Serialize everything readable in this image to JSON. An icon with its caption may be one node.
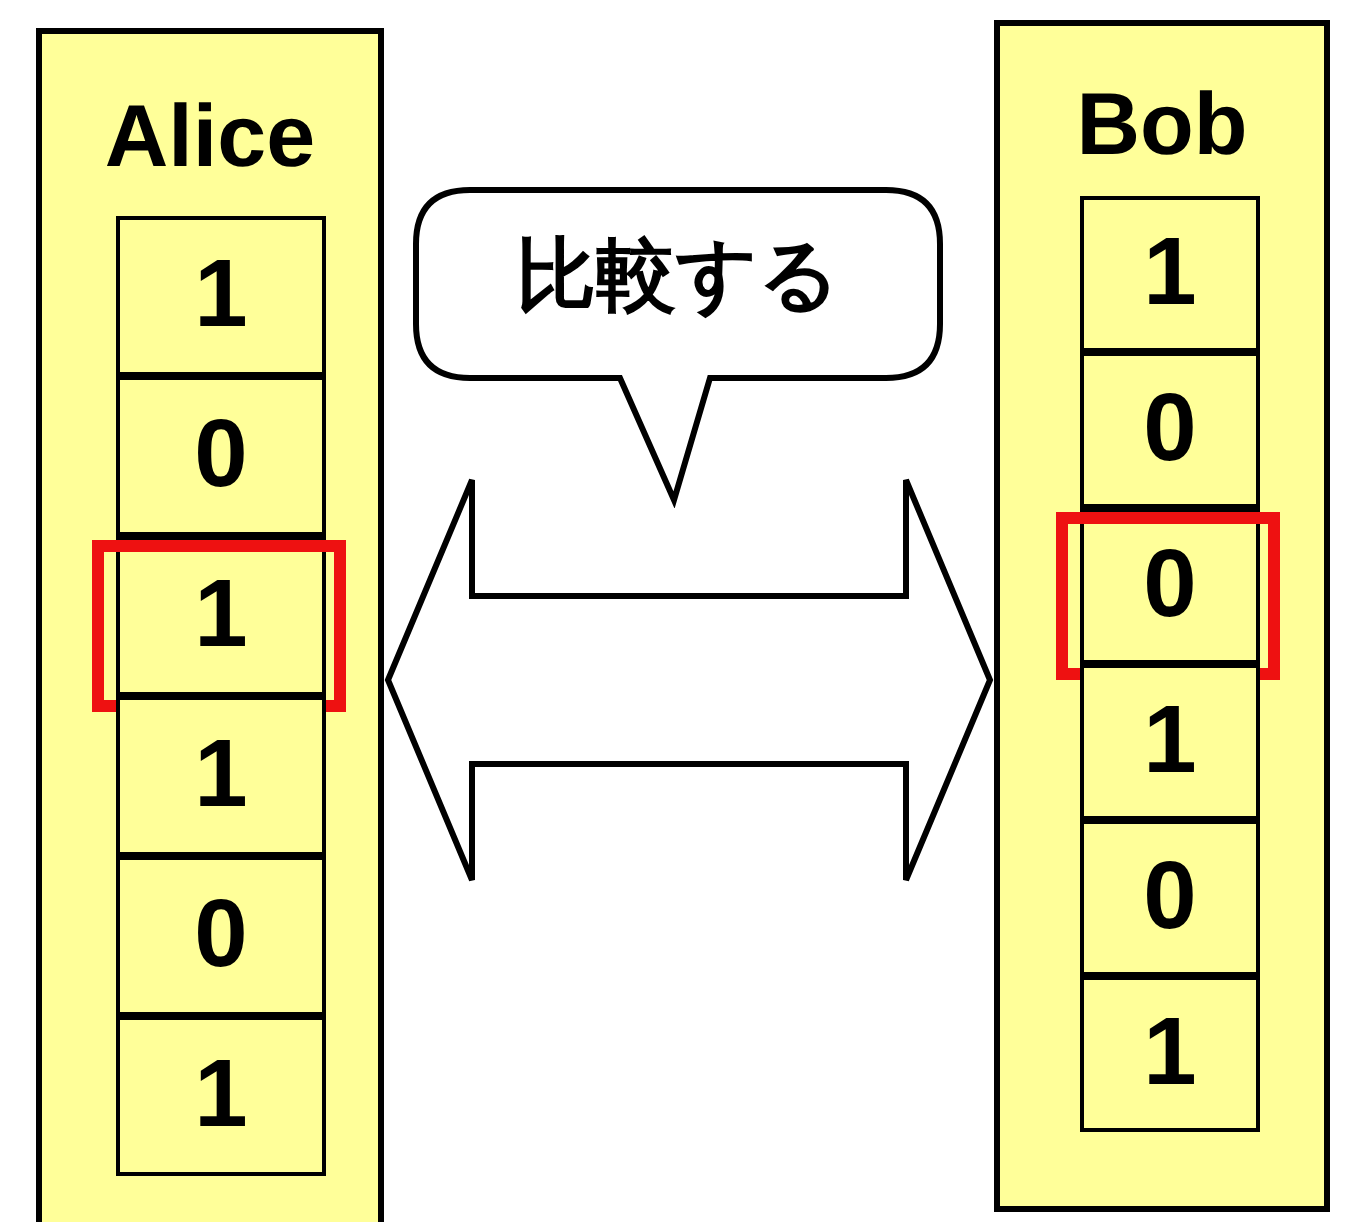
{
  "diagram": {
    "nodes": [
      {
        "text": [
          "Alice"
        ]
      },
      {
        "text": [
          "1"
        ],
        "in": 0
      },
      {
        "text": [
          "0"
        ],
        "in": 0
      },
      {
        "text": [
          "1"
        ],
        "in": 0
      },
      {
        "text": [
          "1"
        ],
        "in": 0
      },
      {
        "text": [
          "0"
        ],
        "in": 0
      },
      {
        "text": [
          "1"
        ],
        "in": 0
      },
      {
        "text": [
          "Bob"
        ]
      },
      {
        "text": [
          "1"
        ],
        "in": 7
      },
      {
        "text": [
          "0"
        ],
        "in": 7
      },
      {
        "text": [
          "0"
        ],
        "in": 7
      },
      {
        "text": [
          "1"
        ],
        "in": 7
      },
      {
        "text": [
          "0"
        ],
        "in": 7
      },
      {
        "text": [
          "1"
        ],
        "in": 7
      },
      {
        "text": [
          "比較する"
        ]
      }
    ],
    "edges": [
      {
        "from": 0,
        "to": 7,
        "arrow": "both",
        "style": "thick"
      }
    ]
  }
}
